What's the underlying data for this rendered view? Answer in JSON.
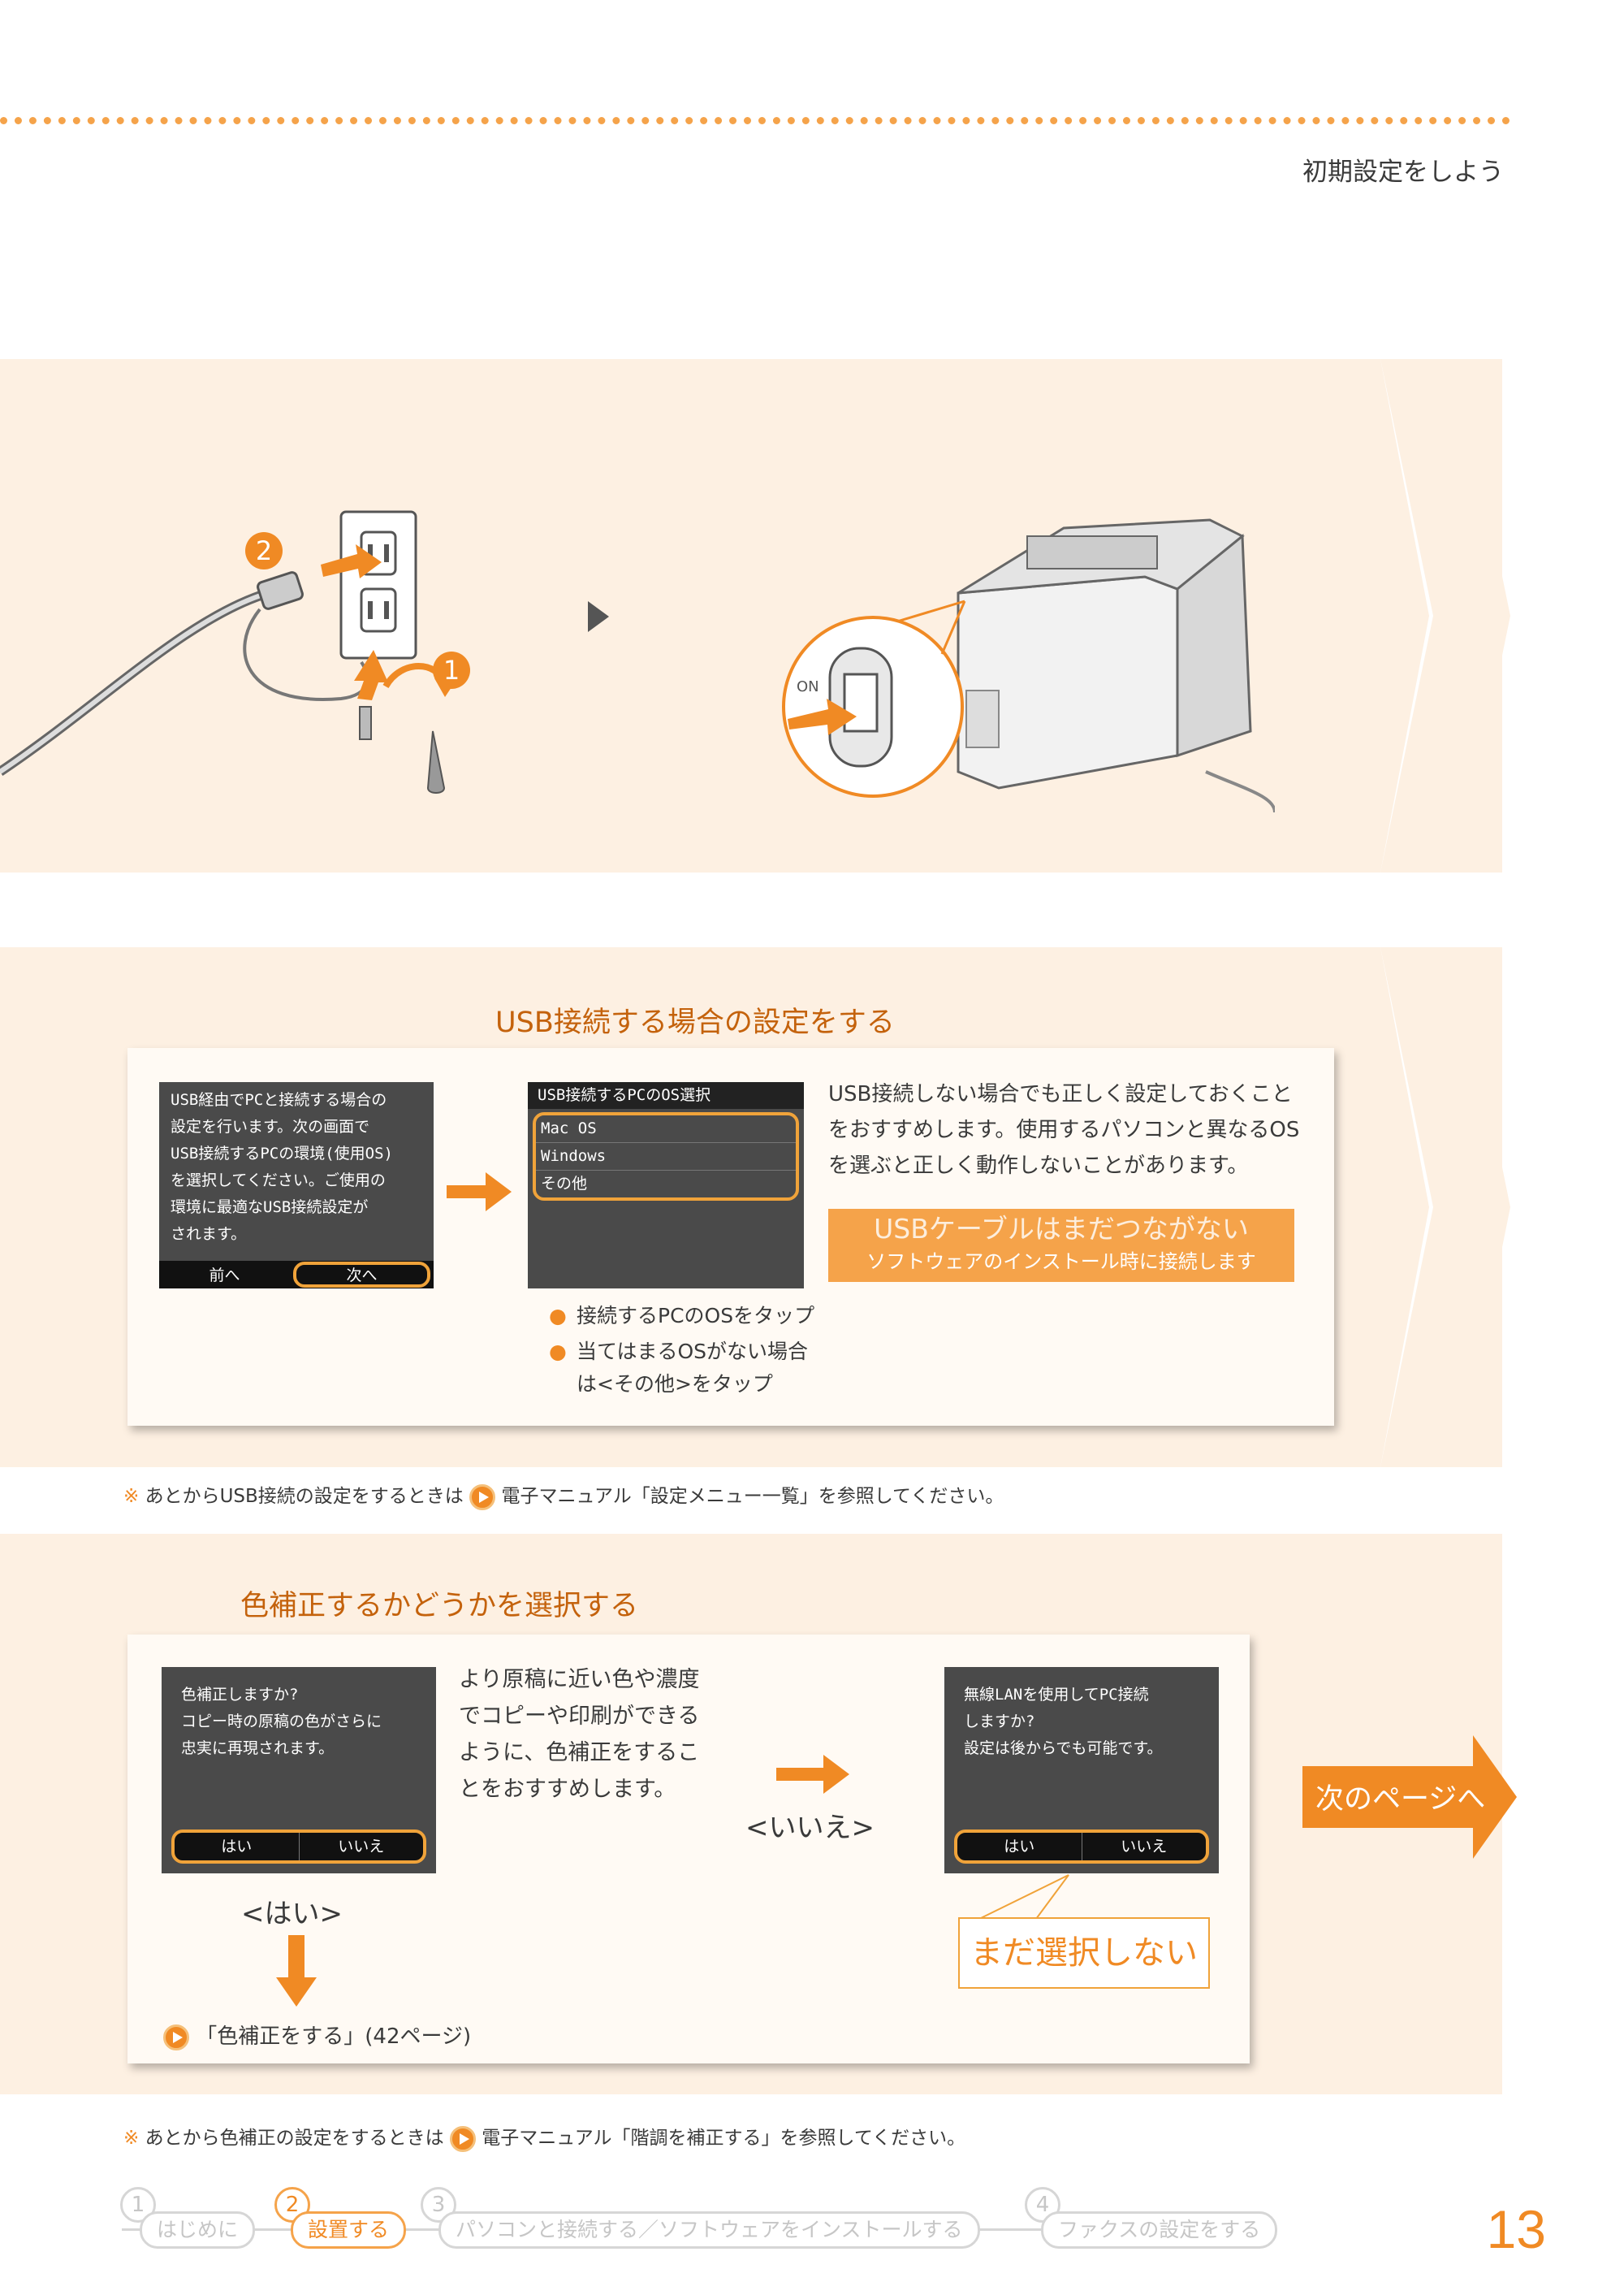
{
  "header": {
    "section": "初期設定をしよう"
  },
  "illustration": {
    "step2": "2",
    "step1": "1",
    "on_label": "ON"
  },
  "usb": {
    "title": "USB接続する場合の設定をする",
    "lcd1": {
      "lines": [
        "USB経由でPCと接続する場合の",
        "設定を行います。次の画面で",
        "USB接続するPCの環境(使用OS)",
        "を選択してください。ご使用の",
        "環境に最適なUSB接続設定が",
        "されます。"
      ],
      "btn_prev": "前へ",
      "btn_next": "次へ"
    },
    "lcd2": {
      "header": "USB接続するPCのOS選択",
      "options": [
        "Mac OS",
        "Windows",
        "その他"
      ]
    },
    "bullets": [
      "接続するPCのOSをタップ",
      "当てはまるOSがない場合は<その他>をタップ"
    ],
    "desc": "USB接続しない場合でも正しく設定しておくことをおすすめします。使用するパソコンと異なるOSを選ぶと正しく動作しないことがあります。",
    "banner_main": "USBケーブルはまだつながない",
    "banner_sub": "ソフトウェアのインストール時に接続します"
  },
  "note1": "あとからUSB接続の設定をするときは",
  "note1_b": "電子マニュアル「設定メニュー一覧」を参照してください。",
  "note_mark": "※",
  "color": {
    "title": "色補正するかどうかを選択する",
    "lcd1": {
      "lines": [
        "色補正しますか?",
        "コピー時の原稿の色がさらに",
        "忠実に再現されます。"
      ],
      "yes": "はい",
      "no": "いいえ"
    },
    "desc": "より原稿に近い色や濃度でコピーや印刷ができるように、色補正をすることをおすすめします。",
    "yes_label": "<はい>",
    "no_label": "<いいえ>",
    "lcd2": {
      "lines": [
        "無線LANを使用してPC接続",
        "しますか?",
        "設定は後からでも可能です。"
      ],
      "yes": "はい",
      "no": "いいえ"
    },
    "callout": "まだ選択しない",
    "link": "「色補正をする」(42ページ)"
  },
  "next_page": "次のページへ",
  "note2": "あとから色補正の設定をするときは",
  "note2_b": "電子マニュアル「階調を補正する」を参照してください。",
  "footer": {
    "steps": [
      {
        "num": "1",
        "label": "はじめに"
      },
      {
        "num": "2",
        "label": "設置する"
      },
      {
        "num": "3",
        "label": "パソコンと接続する／ソフトウェアをインストールする"
      },
      {
        "num": "4",
        "label": "ファクスの設定をする"
      }
    ],
    "page_number": "13"
  },
  "colors": {
    "accent": "#f08a24",
    "band": "#fdf0e2",
    "title": "#c4620c",
    "lcd": "#4a4a4a"
  }
}
